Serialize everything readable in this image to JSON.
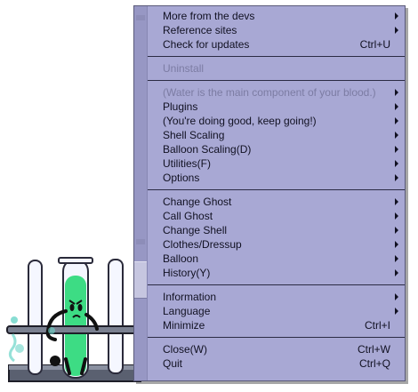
{
  "menu": {
    "groups": [
      {
        "items": [
          {
            "label": "More from the devs",
            "shortcut": "",
            "submenu": true,
            "disabled": false
          },
          {
            "label": "Reference sites",
            "shortcut": "",
            "submenu": true,
            "disabled": false
          },
          {
            "label": "Check for updates",
            "shortcut": "Ctrl+U",
            "submenu": false,
            "disabled": false
          }
        ]
      },
      {
        "items": [
          {
            "label": "Uninstall",
            "shortcut": "",
            "submenu": false,
            "disabled": true
          }
        ]
      },
      {
        "items": [
          {
            "label": "(Water is the main component of your blood.)",
            "shortcut": "",
            "submenu": true,
            "disabled": true
          },
          {
            "label": "Plugins",
            "shortcut": "",
            "submenu": true,
            "disabled": false
          },
          {
            "label": "(You're doing good, keep going!)",
            "shortcut": "",
            "submenu": true,
            "disabled": false
          },
          {
            "label": "Shell Scaling",
            "shortcut": "",
            "submenu": true,
            "disabled": false
          },
          {
            "label": "Balloon Scaling(D)",
            "shortcut": "",
            "submenu": true,
            "disabled": false
          },
          {
            "label": "Utilities(F)",
            "shortcut": "",
            "submenu": true,
            "disabled": false
          },
          {
            "label": "Options",
            "shortcut": "",
            "submenu": true,
            "disabled": false
          }
        ]
      },
      {
        "items": [
          {
            "label": "Change Ghost",
            "shortcut": "",
            "submenu": true,
            "disabled": false
          },
          {
            "label": "Call Ghost",
            "shortcut": "",
            "submenu": true,
            "disabled": false
          },
          {
            "label": "Change Shell",
            "shortcut": "",
            "submenu": true,
            "disabled": false
          },
          {
            "label": "Clothes/Dressup",
            "shortcut": "",
            "submenu": true,
            "disabled": false
          },
          {
            "label": "Balloon",
            "shortcut": "",
            "submenu": true,
            "disabled": false
          },
          {
            "label": "History(Y)",
            "shortcut": "",
            "submenu": true,
            "disabled": false
          }
        ]
      },
      {
        "items": [
          {
            "label": "Information",
            "shortcut": "",
            "submenu": true,
            "disabled": false
          },
          {
            "label": "Language",
            "shortcut": "",
            "submenu": true,
            "disabled": false
          },
          {
            "label": "Minimize",
            "shortcut": "Ctrl+I",
            "submenu": false,
            "disabled": false
          }
        ]
      },
      {
        "items": [
          {
            "label": "Close(W)",
            "shortcut": "Ctrl+W",
            "submenu": false,
            "disabled": false
          },
          {
            "label": "Quit",
            "shortcut": "Ctrl+Q",
            "submenu": false,
            "disabled": false
          }
        ]
      }
    ]
  },
  "colors": {
    "menu_bg": "#a8a8d4",
    "text": "#111122",
    "disabled_text": "#7c7ca3",
    "liquid": "#3ddc84"
  }
}
